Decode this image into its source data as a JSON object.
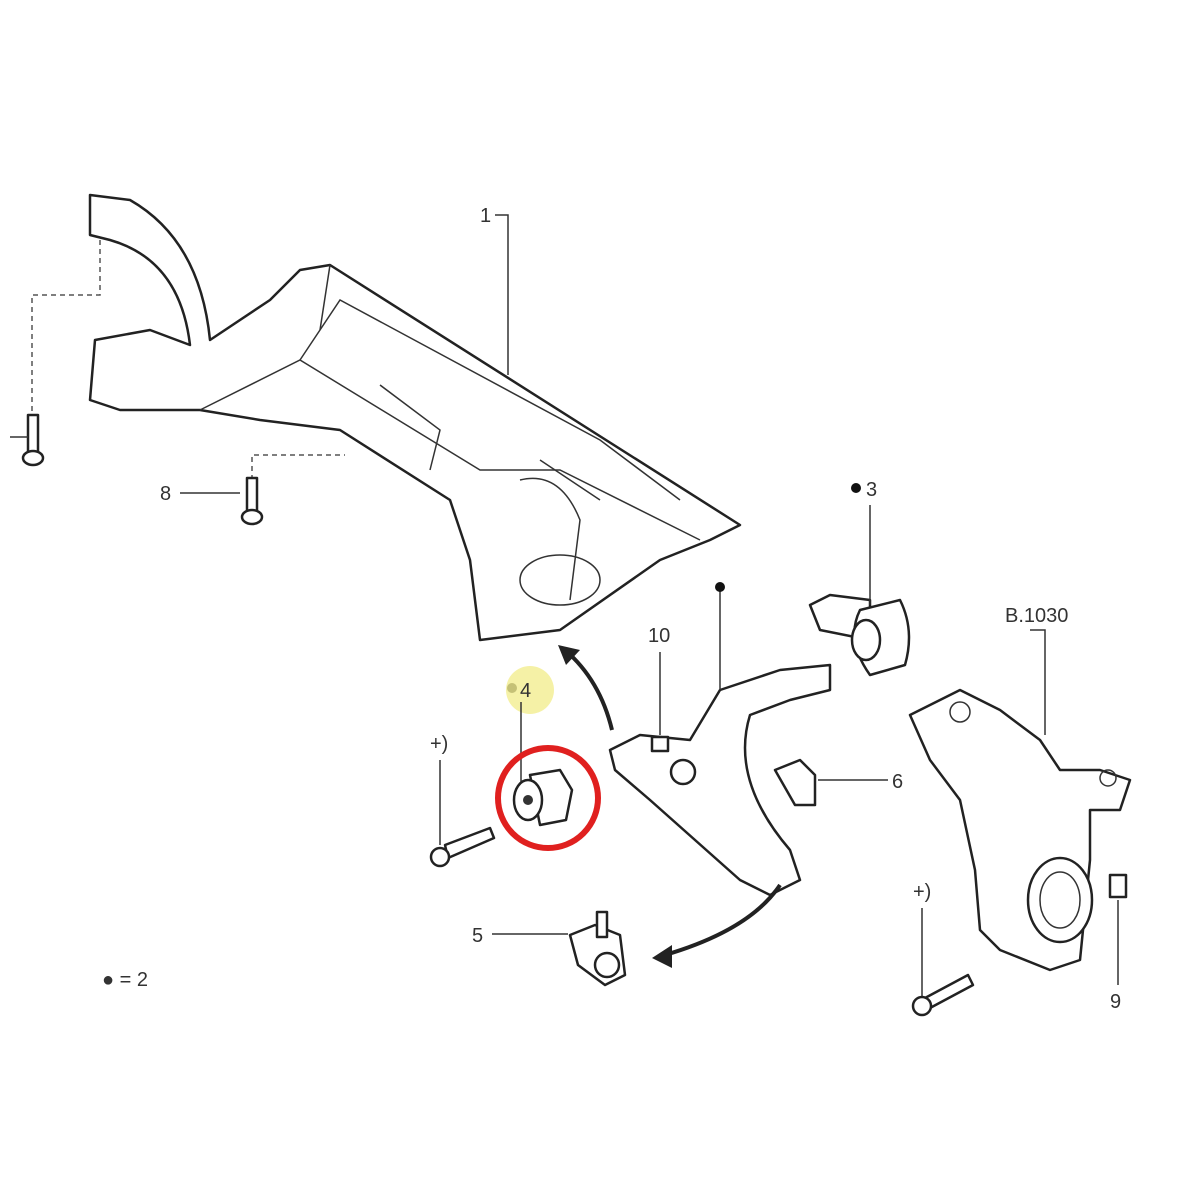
{
  "diagram": {
    "labels": {
      "subframe": "1",
      "rear_bushing": "3",
      "knuckle_ref": "B.1030",
      "nut_10": "10",
      "front_bushing": "4",
      "bolt_note_left": "+)",
      "bracket": "6",
      "bolt_8": "8",
      "ball_joint": "5",
      "legend": "● = 2",
      "bolt_note_right": "+)",
      "nut_9": "9"
    },
    "colors": {
      "highlight_circle": "#e0201f",
      "highlight_marker": "#f3ee90",
      "line": "#222222"
    }
  }
}
